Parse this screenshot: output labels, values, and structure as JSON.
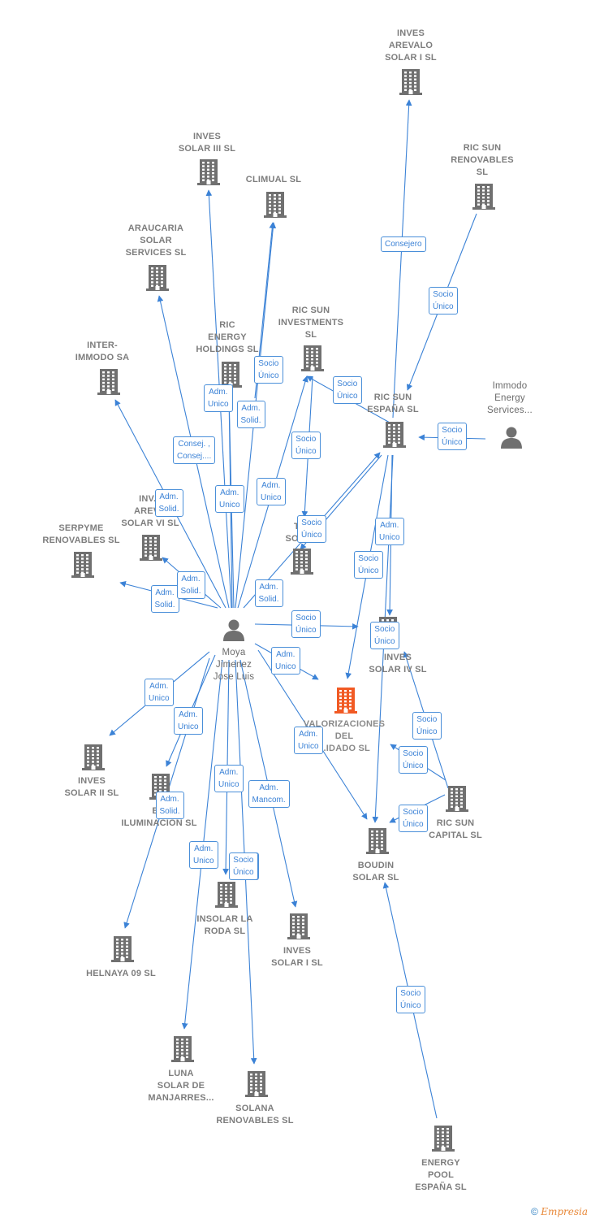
{
  "colors": {
    "edge": "#3b82d6",
    "node": "#707070",
    "focus": "#f15a24"
  },
  "nodes": [
    {
      "id": "moya",
      "label": "Moya\nJimenez\nJose Luis",
      "kind": "person"
    },
    {
      "id": "immodo",
      "label": "Immodo\nEnergy\nServices...",
      "kind": "person"
    },
    {
      "id": "valorizaciones",
      "label": "VALORIZACIONES\nDEL\n...IDADO  SL",
      "kind": "company-focus"
    },
    {
      "id": "inves_arevalo_i",
      "label": "INVES\nAREVALO\nSOLAR I  SL",
      "kind": "company"
    },
    {
      "id": "ric_sun_renovables",
      "label": "RIC SUN\nRENOVABLES\nSL",
      "kind": "company"
    },
    {
      "id": "inves_solar_iii",
      "label": "INVES\nSOLAR III SL",
      "kind": "company"
    },
    {
      "id": "climual",
      "label": "CLIMUAL SL",
      "kind": "company"
    },
    {
      "id": "araucaria",
      "label": "ARAUCARIA\nSOLAR\nSERVICES SL",
      "kind": "company"
    },
    {
      "id": "ric_energy_holdings",
      "label": "RIC\nENERGY\nHOLDINGS  SL",
      "kind": "company"
    },
    {
      "id": "ric_sun_investments",
      "label": "RIC SUN\nINVESTMENTS\nSL",
      "kind": "company"
    },
    {
      "id": "inter_immodo",
      "label": "INTER-\nIMMODO SA",
      "kind": "company"
    },
    {
      "id": "ric_sun_espana",
      "label": "RIC SUN\nESPAÑA  SL",
      "kind": "company"
    },
    {
      "id": "inves_arevalo_vi",
      "label": "INV...\nAREV...\nSOLAR VI SL",
      "kind": "company"
    },
    {
      "id": "serpyme",
      "label": "SERPYME\nRENOVABLES SL",
      "kind": "company"
    },
    {
      "id": "ti_solar",
      "label": "TI...\nSOLA...",
      "kind": "company"
    },
    {
      "id": "inves_solar_iv",
      "label": "INVES\nSOLAR IV SL",
      "kind": "company"
    },
    {
      "id": "inves_solar_ii",
      "label": "INVES\nSOLAR II SL",
      "kind": "company"
    },
    {
      "id": "iluminacion",
      "label": "E...\nILUMINACION SL",
      "kind": "company"
    },
    {
      "id": "ric_sun_capital",
      "label": "RIC SUN\nCAPITAL  SL",
      "kind": "company"
    },
    {
      "id": "boudin",
      "label": "BOUDIN\nSOLAR SL",
      "kind": "company"
    },
    {
      "id": "insolar",
      "label": "INSOLAR LA\nRODA  SL",
      "kind": "company"
    },
    {
      "id": "inves_solar_i",
      "label": "INVES\nSOLAR I SL",
      "kind": "company"
    },
    {
      "id": "helnaya",
      "label": "HELNAYA 09 SL",
      "kind": "company"
    },
    {
      "id": "luna",
      "label": "LUNA\nSOLAR DE\nMANJARRES...",
      "kind": "company"
    },
    {
      "id": "solana",
      "label": "SOLANA\nRENOVABLES SL",
      "kind": "company"
    },
    {
      "id": "energy_pool",
      "label": "ENERGY\nPOOL\nESPAÑA  SL",
      "kind": "company"
    }
  ],
  "edges": [
    {
      "from": "moya",
      "to": "inves_solar_iii",
      "label": "Consej. ,\nConsej...."
    },
    {
      "from": "moya",
      "to": "climual",
      "label": "Adm.\nSolid."
    },
    {
      "from": "moya",
      "to": "araucaria",
      "label": "Adm.\nSolid."
    },
    {
      "from": "moya",
      "to": "ric_energy_holdings",
      "label": "Adm.\nUnico"
    },
    {
      "from": "moya",
      "to": "ric_energy_holdings",
      "label": "Adm.\nUnico"
    },
    {
      "from": "moya",
      "to": "ric_sun_investments",
      "label": "Adm.\nUnico"
    },
    {
      "from": "moya",
      "to": "inter_immodo",
      "label": "Adm.\nSolid."
    },
    {
      "from": "moya",
      "to": "inves_arevalo_vi",
      "label": "Adm.\nSolid."
    },
    {
      "from": "moya",
      "to": "serpyme",
      "label": "Adm.\nSolid."
    },
    {
      "from": "moya",
      "to": "ric_sun_espana",
      "label": "Socio\nÚnico"
    },
    {
      "from": "moya",
      "to": "inves_solar_iv",
      "label": "Adm.\nUnico"
    },
    {
      "from": "moya",
      "to": "valorizaciones",
      "label": "Adm.\nUnico"
    },
    {
      "from": "moya",
      "to": "boudin",
      "label": "Adm.\nUnico"
    },
    {
      "from": "moya",
      "to": "inves_solar_ii",
      "label": "Adm.\nUnico"
    },
    {
      "from": "moya",
      "to": "iluminacion",
      "label": "Adm.\nSolid."
    },
    {
      "from": "moya",
      "to": "helnaya",
      "label": "Adm.\nUnico"
    },
    {
      "from": "moya",
      "to": "insolar",
      "label": "Adm.\nMancom."
    },
    {
      "from": "moya",
      "to": "inves_solar_i",
      "label": "Adm.\nUnico"
    },
    {
      "from": "moya",
      "to": "luna",
      "label": "Adm.\nUnico"
    },
    {
      "from": "moya",
      "to": "solana",
      "label": "Consejero"
    },
    {
      "from": "ric_sun_espana",
      "to": "inves_arevalo_i",
      "label": "Socio\nÚnico"
    },
    {
      "from": "ric_sun_renovables",
      "to": "ric_sun_espana",
      "label": "Socio\nÚnico"
    },
    {
      "from": "ric_energy_holdings",
      "to": "climual",
      "label": "Socio\nÚnico"
    },
    {
      "from": "ric_sun_investments",
      "to": "ti_solar",
      "label": "Socio\nÚnico"
    },
    {
      "from": "ric_sun_espana",
      "to": "ric_sun_investments",
      "label": "Socio\nÚnico"
    },
    {
      "from": "immodo",
      "to": "ric_sun_espana",
      "label": "Socio\nÚnico"
    },
    {
      "from": "ric_sun_espana",
      "to": "ti_solar",
      "label": "Adm.\nUnico"
    },
    {
      "from": "ric_sun_espana",
      "to": "inves_solar_iv",
      "label": "Socio\nÚnico"
    },
    {
      "from": "ric_sun_espana",
      "to": "valorizaciones",
      "label": "Socio\nÚnico"
    },
    {
      "from": "ric_sun_espana",
      "to": "boudin",
      "label": "Socio\nÚnico"
    },
    {
      "from": "ric_sun_capital",
      "to": "inves_solar_iv",
      "label": "Socio\nÚnico"
    },
    {
      "from": "ric_sun_capital",
      "to": "valorizaciones",
      "label": "Socio\nÚnico"
    },
    {
      "from": "ric_sun_capital",
      "to": "boudin",
      "label": "Socio\nÚnico"
    },
    {
      "from": "energy_pool",
      "to": "boudin",
      "label": "Socio\nÚnico"
    }
  ],
  "footer": {
    "copyright": "©",
    "brand": "Empresia"
  }
}
